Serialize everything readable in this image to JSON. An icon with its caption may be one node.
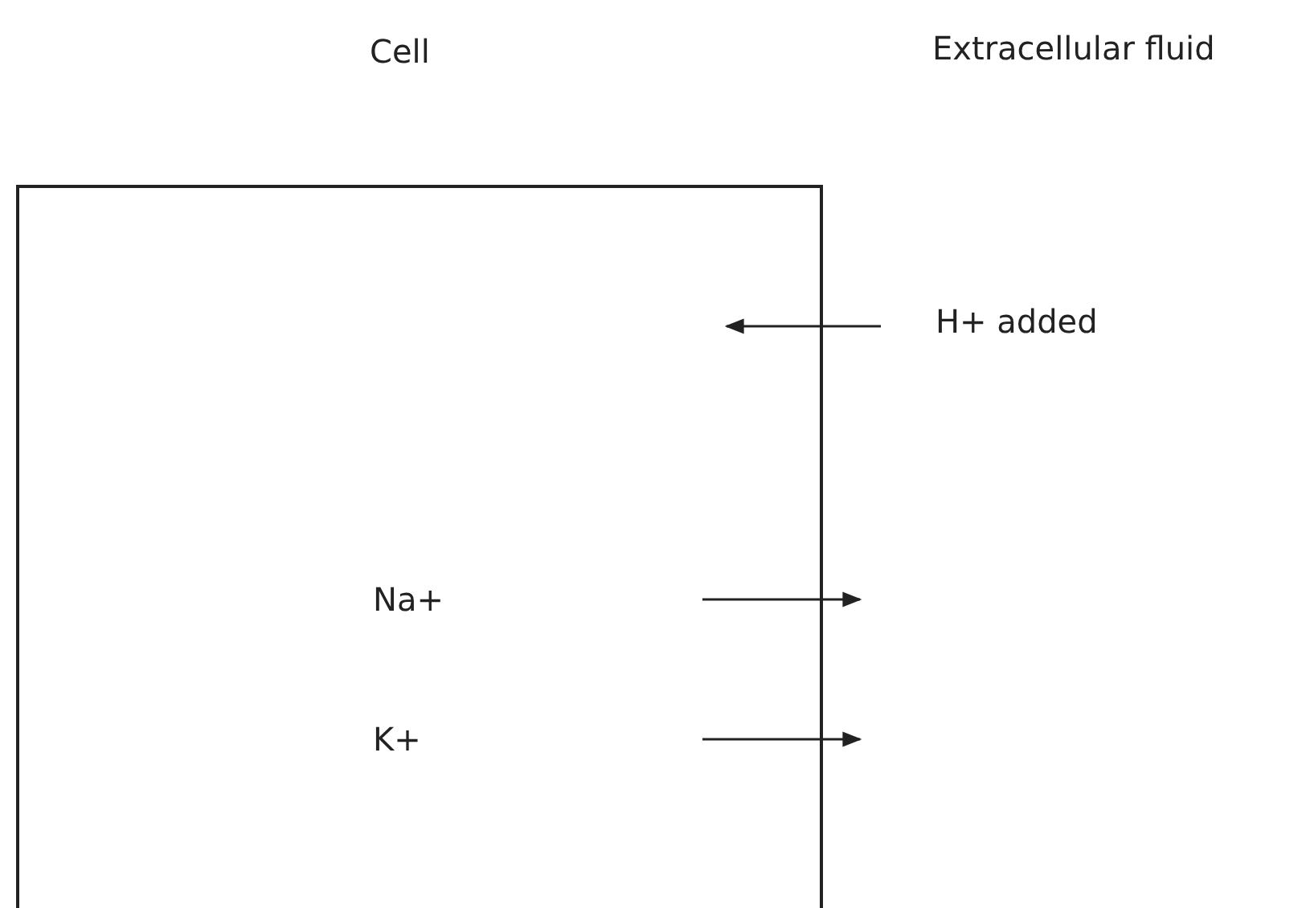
{
  "diagram": {
    "nodes": [
      {
        "text": [
          "Cell"
        ]
      }
    ],
    "labels": [
      "Extracellular fluid",
      "H+ added",
      "Na+",
      "K+"
    ]
  }
}
